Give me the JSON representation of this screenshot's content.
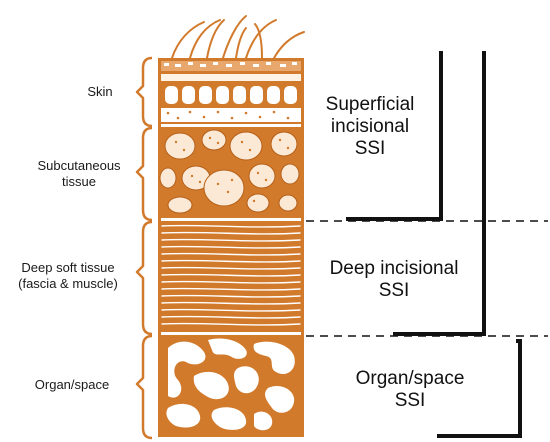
{
  "layer_labels": {
    "skin": "Skin",
    "subcutaneous_line1": "Subcutaneous",
    "subcutaneous_line2": "tissue",
    "deep_line1": "Deep soft tissue",
    "deep_line2": "(fascia & muscle)",
    "organ": "Organ/space"
  },
  "ssi_labels": {
    "superficial_line1": "Superficial",
    "superficial_line2": "incisional",
    "superficial_line3": "SSI",
    "deep_line1": "Deep incisional",
    "deep_line2": "SSI",
    "organ_line1": "Organ/space",
    "organ_line2": "SSI"
  },
  "colors": {
    "tissue": "#d27a2c",
    "tissue_dark": "#b55f18",
    "line": "#111111",
    "background": "#ffffff"
  }
}
